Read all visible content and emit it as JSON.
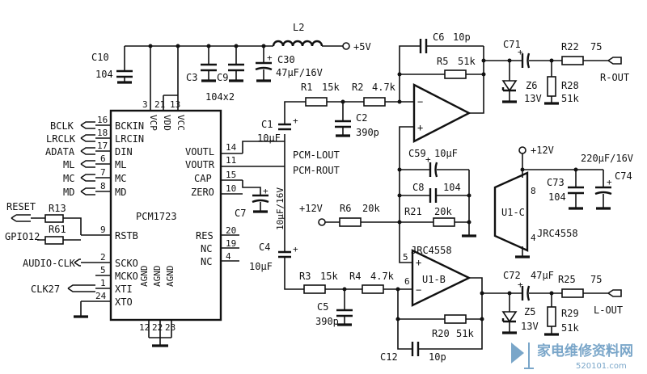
{
  "ic": {
    "name": "PCM1723",
    "pins_left": [
      "BCKIN",
      "LRCIN",
      "DIN",
      "ML",
      "MC",
      "MD",
      "RSTB",
      "SCKO",
      "MCKO",
      "XTI",
      "XTO"
    ],
    "pins_left_num": [
      "16",
      "18",
      "17",
      "6",
      "7",
      "8",
      "9",
      "2",
      "5",
      "1",
      "24"
    ],
    "pins_top": [
      "VCP",
      "VDD",
      "VCC"
    ],
    "pins_top_num": [
      "3",
      "21",
      "13"
    ],
    "pins_right": [
      "VOUTL",
      "VOUTR",
      "CAP",
      "ZERO",
      "RES",
      "NC",
      "NC"
    ],
    "pins_right_num": [
      "14",
      "11",
      "15",
      "10",
      "20",
      "19",
      "4"
    ],
    "pins_bottom": [
      "AGND",
      "AGND",
      "AGND"
    ],
    "pins_bottom_num": [
      "12",
      "22",
      "23"
    ]
  },
  "signals": {
    "left": [
      "BCLK",
      "LRCLK",
      "ADATA",
      "ML",
      "MC",
      "MD"
    ],
    "reset": "RESET",
    "gpio": "GPIO12",
    "audio_clk": "AUDIO-CLK",
    "clk27": "CLK27",
    "pcm_lout": "PCM-LOUT",
    "pcm_rout": "PCM-ROUT",
    "r_out": "R-OUT",
    "l_out": "L-OUT",
    "p5v": "+5V",
    "p12v_a": "+12V",
    "p12v_b": "+12V"
  },
  "components": {
    "C10": {
      "name": "C10",
      "value": "104"
    },
    "L2": {
      "name": "L2"
    },
    "C3": {
      "name": "C3"
    },
    "C9": {
      "name": "C9"
    },
    "c3c9_value": "104x2",
    "C30": {
      "name": "C30",
      "value": "47μF/16V"
    },
    "R1": {
      "name": "R1",
      "value": "15k"
    },
    "R2": {
      "name": "R2",
      "value": "4.7k"
    },
    "C1": {
      "name": "C1",
      "value": "10μF"
    },
    "C2": {
      "name": "C2",
      "value": "390p"
    },
    "C6": {
      "name": "C6",
      "value": "10p"
    },
    "R5": {
      "name": "R5",
      "value": "51k"
    },
    "C71": {
      "name": "C71"
    },
    "R22": {
      "name": "R22",
      "value": "75"
    },
    "Z6": {
      "name": "Z6",
      "value": "13V"
    },
    "R28": {
      "name": "R28",
      "value": "51k"
    },
    "C59": {
      "name": "C59",
      "value": "10μF"
    },
    "C8": {
      "name": "C8",
      "value": "104"
    },
    "R6": {
      "name": "R6",
      "value": "20k"
    },
    "R21": {
      "name": "R21",
      "value": "20k"
    },
    "C7": {
      "name": "C7",
      "value": "10μF/16V"
    },
    "C4": {
      "name": "C4",
      "value": "10μF"
    },
    "R3": {
      "name": "R3",
      "value": "15k"
    },
    "R4": {
      "name": "R4",
      "value": "4.7k"
    },
    "C5": {
      "name": "C5",
      "value": "390p"
    },
    "C72": {
      "name": "C72",
      "value": "47μF"
    },
    "R25": {
      "name": "R25",
      "value": "75"
    },
    "Z5": {
      "name": "Z5",
      "value": "13V"
    },
    "R29": {
      "name": "R29",
      "value": "51k"
    },
    "R20": {
      "name": "R20",
      "value": "51k"
    },
    "C12": {
      "name": "C12",
      "value": "10p"
    },
    "C73": {
      "name": "C73",
      "value": "104"
    },
    "C74": {
      "name": "C74",
      "value": "220μF/16V"
    },
    "R13": {
      "name": "R13"
    },
    "R61": {
      "name": "R61"
    }
  },
  "opamps": {
    "u1b": {
      "name": "U1-B",
      "type": "JRC4558",
      "pin_in": "5",
      "pin_out": "6"
    },
    "u1c": {
      "name": "U1-C",
      "type": "JRC4558",
      "pin_vcc": "8",
      "pin_gnd": "4"
    }
  },
  "watermark": {
    "text": "家电维修资料网",
    "url": "520101.com"
  }
}
